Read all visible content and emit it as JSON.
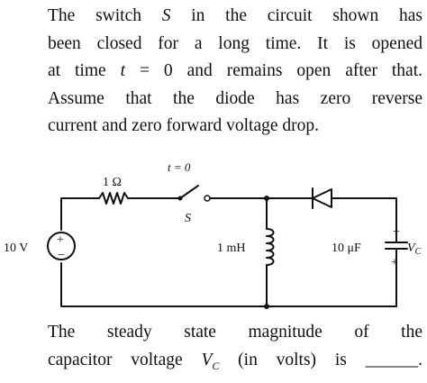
{
  "question": {
    "line1": {
      "a": "The switch ",
      "var": "S",
      "b": " in the circuit shown has"
    },
    "line2": "been closed for a long time. It is opened",
    "line3": {
      "a": "at time ",
      "var": "t",
      "b": " = 0 and remains open after that."
    },
    "line4": "Assume that the diode has zero reverse",
    "line5": "current and zero forward voltage drop.",
    "line6": "The steady state magnitude of the",
    "line7": {
      "a": "capacitor voltage ",
      "var": "V",
      "sub": "C",
      "b": " (in volts) is ______."
    }
  },
  "circuit": {
    "switch_time": "t = 0",
    "switch_name": "S",
    "resistor": "1 Ω",
    "source": "10 V",
    "source_plus": "+",
    "source_minus": "−",
    "inductor": "1 mH",
    "capacitor": "10 μF",
    "cap_var": "V",
    "cap_sub": "C",
    "cap_minus": "−",
    "cap_plus": "+"
  }
}
